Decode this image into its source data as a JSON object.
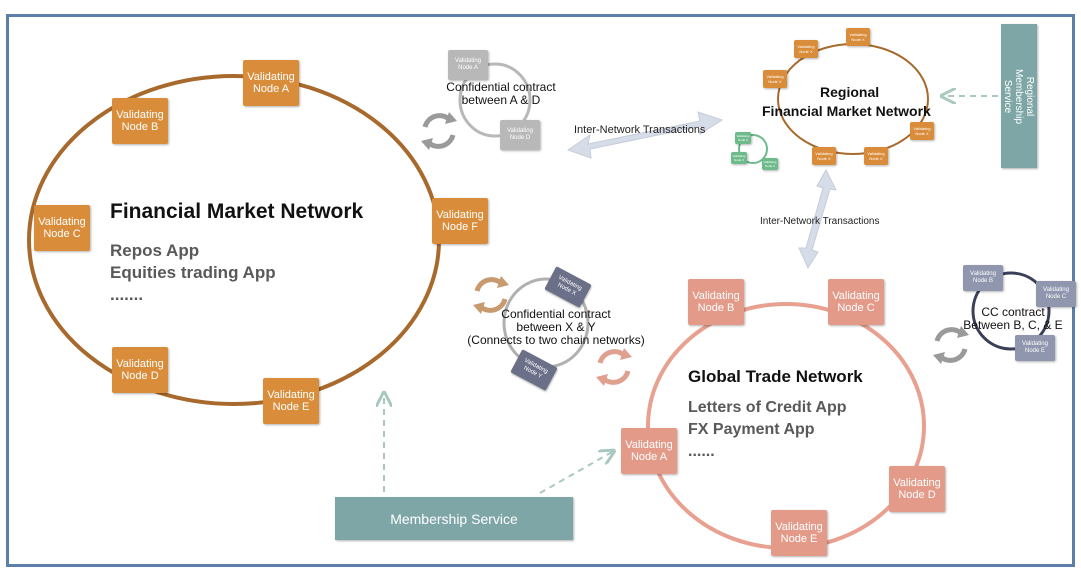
{
  "financial_market_network": {
    "title": "Financial Market Network",
    "apps": [
      "Repos App",
      "Equities trading App",
      "......."
    ],
    "nodes": [
      "Validating\nNode A",
      "Validating\nNode B",
      "Validating\nNode C",
      "Validating\nNode D",
      "Validating\nNode E",
      "Validating\nNode F"
    ]
  },
  "global_trade_network": {
    "title": "Global Trade Network",
    "apps": [
      "Letters of Credit App",
      "FX Payment App",
      "......"
    ],
    "nodes": [
      "Validating\nNode A",
      "Validating\nNode B",
      "Validating\nNode C",
      "Validating\nNode D",
      "Validating\nNode E"
    ]
  },
  "regional_network": {
    "title_line1": "Regional",
    "title_line2": "Financial Market Network",
    "node_label": "Validating\nNode X"
  },
  "contract_ad": {
    "label": "Confidential contract\nbetween A & D",
    "node_a": "Validating\nNode A",
    "node_d": "Validating\nNode D"
  },
  "contract_xy": {
    "label": "Confidential contract\nbetween X & Y\n(Connects to two chain networks)",
    "node_x": "Validating\nNode X",
    "node_y": "Validating\nNode Y"
  },
  "cc_contract": {
    "label": "CC contract\nBetween B, C, & E",
    "node_b": "Validating\nNode B",
    "node_c": "Validating\nNode C",
    "node_e": "Validating\nNode E"
  },
  "inter_network_1": "Inter-Network Transactions",
  "inter_network_2": "Inter-Network Transactions",
  "membership_service": "Membership Service",
  "regional_membership_service": "Regional\nMembership Service",
  "colors": {
    "frame": "#5b7fa8",
    "fm_ring": "#a8692c",
    "fm_node": "#d98c3a",
    "gt_ring": "#e8a090",
    "gt_node": "#e39a89",
    "membership": "#7fa6a6"
  }
}
